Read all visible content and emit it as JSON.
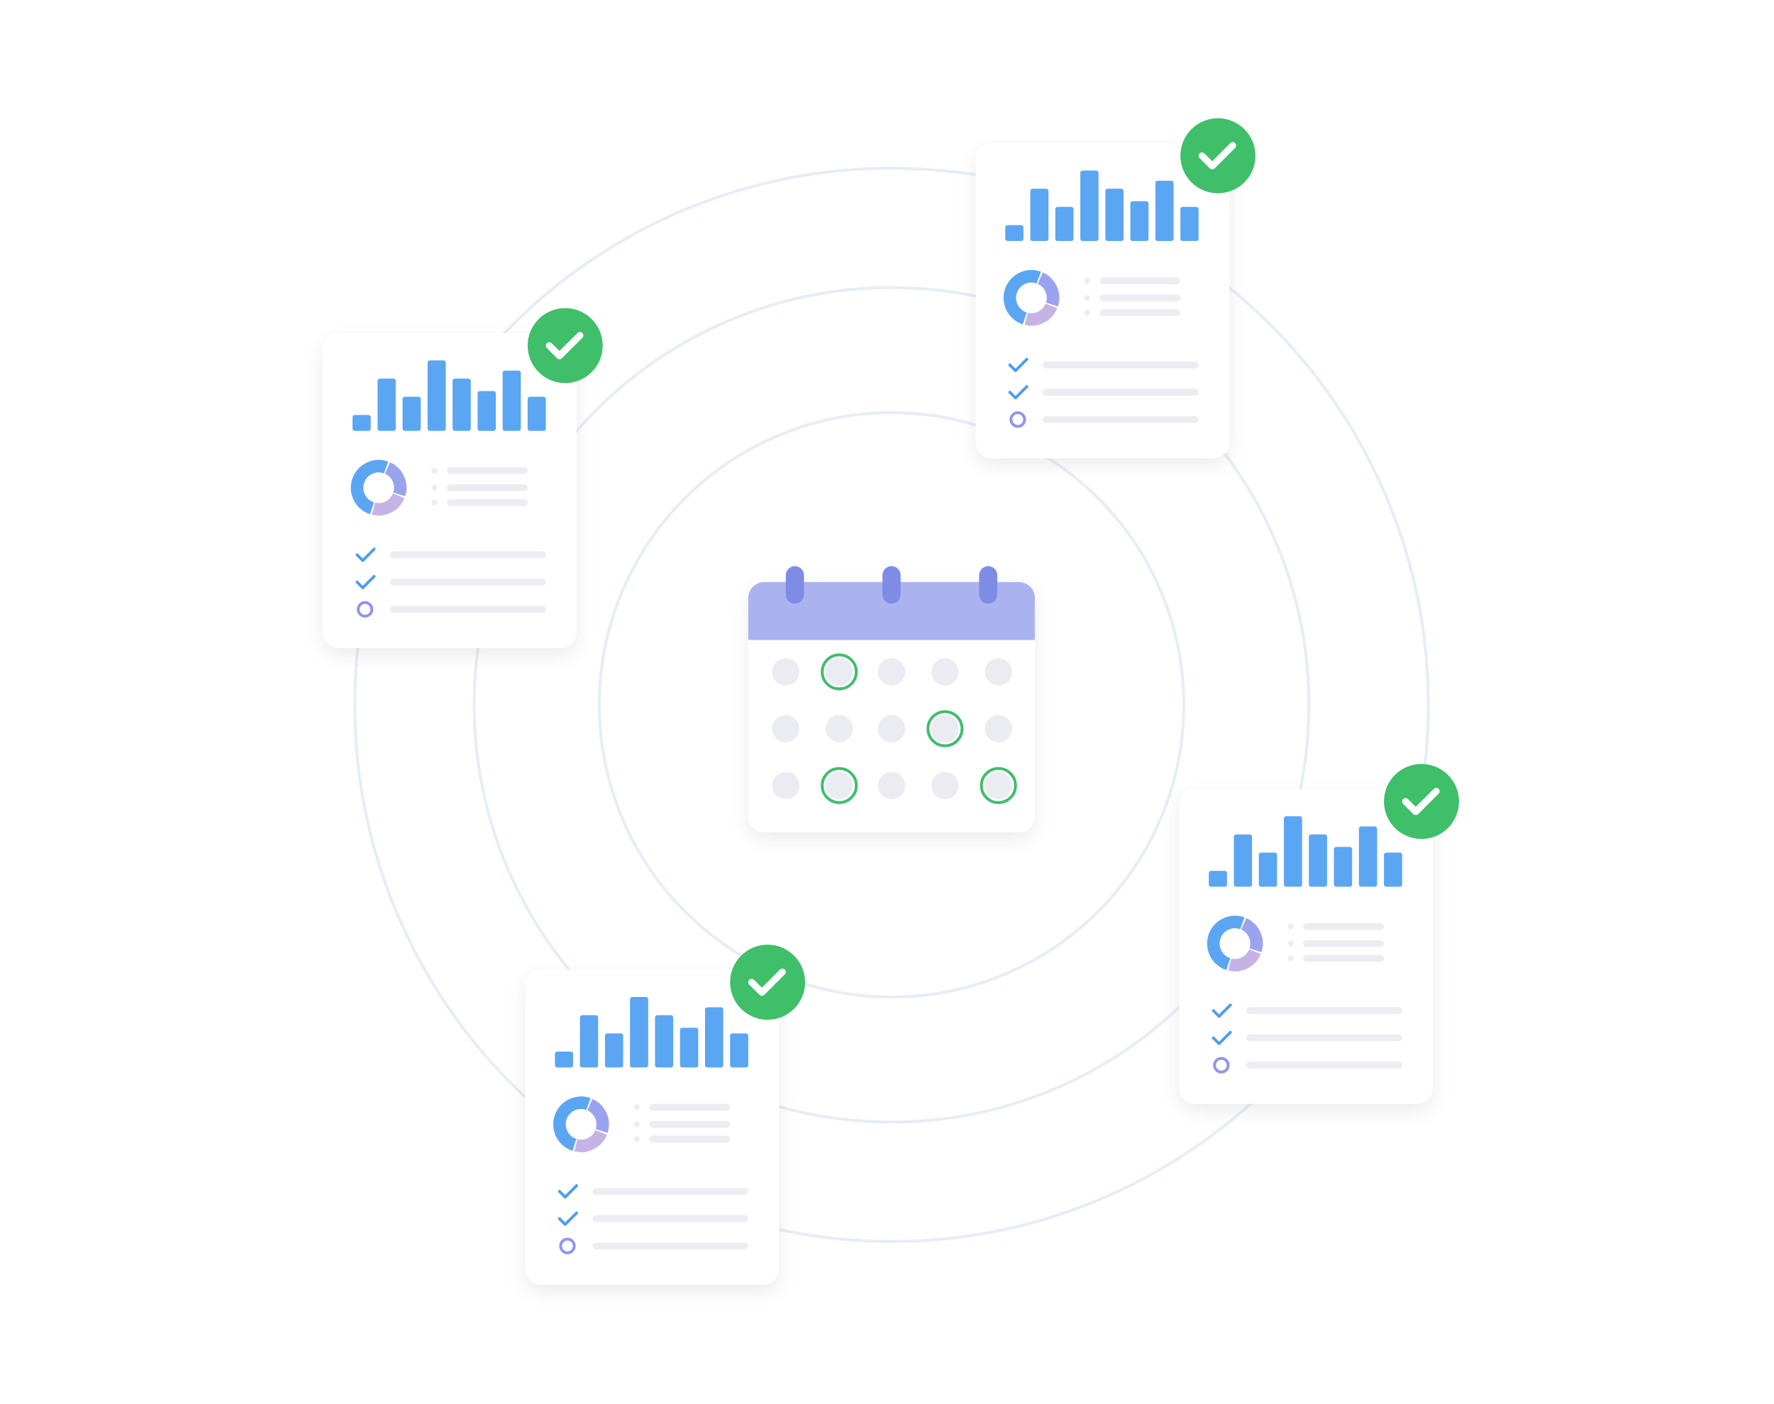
{
  "colors": {
    "background": "#ffffff",
    "orbit": "#e6edf7",
    "card": "#ffffff",
    "bar": "#5ba6f2",
    "donut_main": "#5ba6f2",
    "donut_secondary": "#9aa4ee",
    "donut_tertiary": "#c5b3e6",
    "placeholder_line": "#ececf2",
    "check_mark": "#4d9cf0",
    "open_circle": "#8f96ea",
    "badge": "#3fbf6a",
    "calendar_header": "#aab3f0",
    "calendar_ring": "#7f8ce6",
    "calendar_dot": "#ebebf2",
    "calendar_marked": "#3fbf6a"
  },
  "report_cards": [
    {
      "bars": [
        14,
        46,
        30,
        62,
        46,
        35,
        53,
        30
      ],
      "checklist": [
        "done",
        "done",
        "open"
      ],
      "approved": true
    },
    {
      "bars": [
        14,
        46,
        30,
        62,
        46,
        35,
        53,
        30
      ],
      "checklist": [
        "done",
        "done",
        "open"
      ],
      "approved": true
    },
    {
      "bars": [
        14,
        46,
        30,
        62,
        46,
        35,
        53,
        30
      ],
      "checklist": [
        "done",
        "done",
        "open"
      ],
      "approved": true
    },
    {
      "bars": [
        14,
        46,
        30,
        62,
        46,
        35,
        53,
        30
      ],
      "checklist": [
        "done",
        "done",
        "open"
      ],
      "approved": true
    }
  ],
  "calendar": {
    "rows": 3,
    "cols": 5,
    "marked_days": [
      [
        0,
        1
      ],
      [
        1,
        3
      ],
      [
        2,
        1
      ],
      [
        2,
        4
      ]
    ]
  }
}
